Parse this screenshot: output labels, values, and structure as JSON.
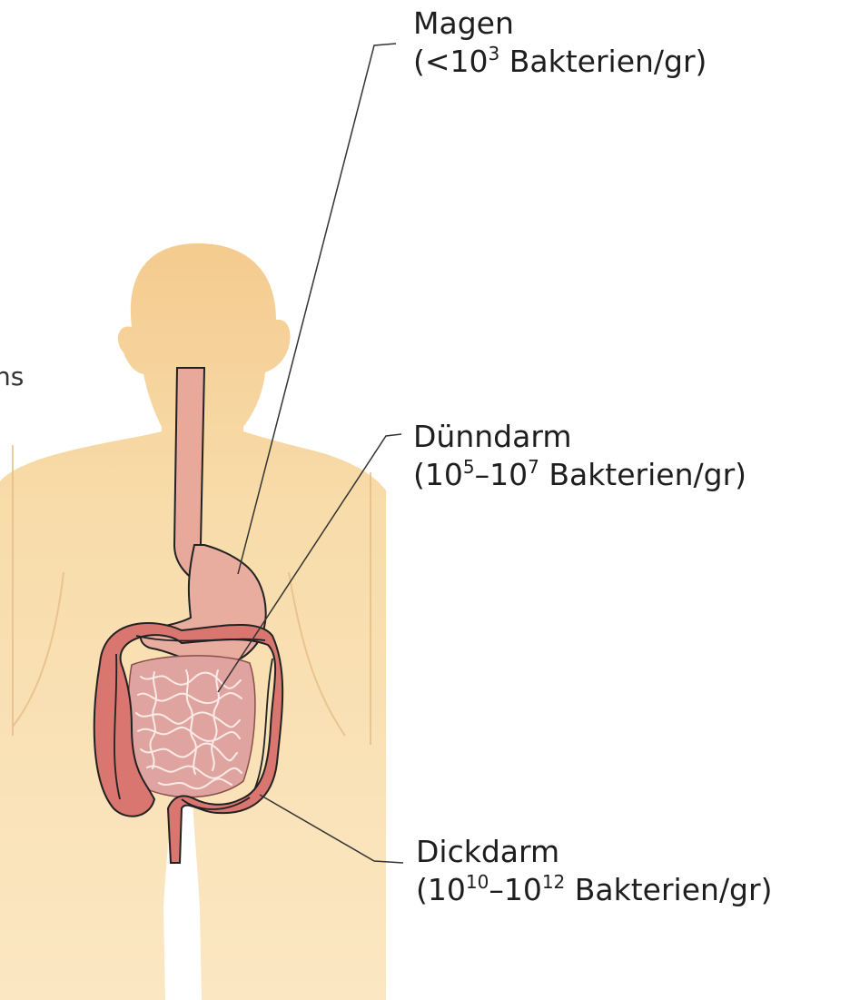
{
  "colors": {
    "skin": "#f8dfae",
    "skin_shade": "#f2c98f",
    "esophagus": "#e8a99a",
    "stomach": "#e9ad9f",
    "small_intestine": "#e0a4a0",
    "small_intestine_lines": "#fbeae5",
    "large_intestine": "#d97670",
    "outline": "#222222",
    "pointer_line": "#333333",
    "text": "#1e1e1e"
  },
  "partial_text": "ns",
  "labels": {
    "magen": {
      "name": "Magen",
      "open": "(<10",
      "sup_1": "3",
      "unit": " Bakterien/gr)"
    },
    "duenndarm": {
      "name": "Dünndarm",
      "open": "(10",
      "sup_1": "5",
      "dash": "–10",
      "sup_2": "7",
      "unit": " Bakterien/gr)"
    },
    "dickdarm": {
      "name": "Dickdarm",
      "open": "(10",
      "sup_1": "10",
      "dash": "–10",
      "sup_2": "12",
      "unit": " Bakterien/gr)"
    }
  }
}
